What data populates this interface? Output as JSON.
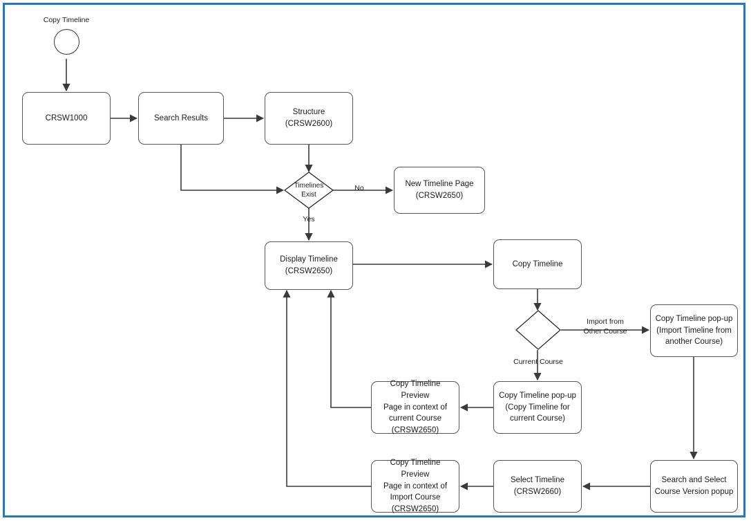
{
  "diagram": {
    "title": "Copy Timeline Flow",
    "frame_color": "#1F78C1",
    "node_border_color": "#555555",
    "edge_color": "#3a3a3a",
    "background": "#ffffff"
  },
  "start": {
    "label": "Copy Timeline",
    "shape": "circle"
  },
  "nodes": [
    {
      "id": "crsw1000",
      "label": "CRSW1000"
    },
    {
      "id": "search_results",
      "label": "Search Results"
    },
    {
      "id": "structure",
      "label": "Structure\n(CRSW2600)"
    },
    {
      "id": "new_timeline",
      "label": "New Timeline Page\n(CRSW2650)"
    },
    {
      "id": "display_timeline",
      "label": "Display Timeline\n(CRSW2650)"
    },
    {
      "id": "copy_timeline",
      "label": "Copy Timeline"
    },
    {
      "id": "popup_import",
      "label": "Copy Timeline pop-up\n(Import Timeline from\nanother Course)"
    },
    {
      "id": "popup_current",
      "label": "Copy Timeline pop-up\n(Copy Timeline for\ncurrent Course)"
    },
    {
      "id": "preview_current",
      "label": "Copy Timeline Preview\nPage in context of\ncurrent Course\n(CRSW2650)"
    },
    {
      "id": "preview_import",
      "label": "Copy Timeline Preview\nPage in context of\nImport Course\n(CRSW2650)"
    },
    {
      "id": "select_timeline",
      "label": "Select Timeline\n(CRSW2660)"
    },
    {
      "id": "search_select",
      "label": "Search and Select\nCourse Version popup"
    }
  ],
  "decisions": [
    {
      "id": "timelines_exist",
      "label": "Timelines\nExist"
    },
    {
      "id": "copy_choice",
      "label": ""
    }
  ],
  "edge_labels": [
    {
      "id": "no_label",
      "text": "No"
    },
    {
      "id": "yes_label",
      "text": "Yes"
    },
    {
      "id": "import_other_label",
      "text": "Import from\nOther Course"
    },
    {
      "id": "current_course_label",
      "text": "Current Course"
    }
  ]
}
